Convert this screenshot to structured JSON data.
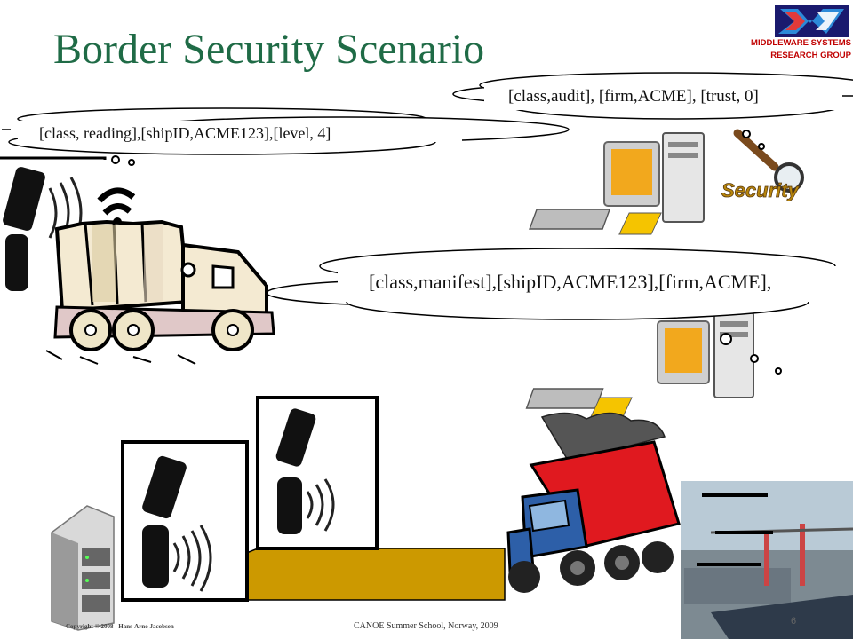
{
  "slide": {
    "title": "Border Security Scenario",
    "logo_line1": "MIDDLEWARE SYSTEMS",
    "logo_line2": "RESEARCH GROUP",
    "footer_left": "Copyright © 2008 - Hans-Arno Jacobsen",
    "footer_center": "CANOE Summer School, Norway, 2009",
    "page_number": "6"
  },
  "messages": {
    "audit": "[class,audit], [firm,ACME], [trust, 0]",
    "reading": "[class, reading],[shipID,ACME123],[level, 4]",
    "manifest": "[class,manifest],[shipID,ACME123],[firm,ACME],"
  },
  "icons": {
    "security_label": "Security"
  }
}
